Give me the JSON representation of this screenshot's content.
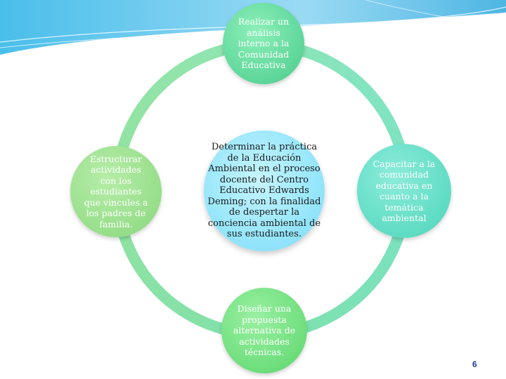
{
  "nodes": {
    "top": "Realizar un\nanálisis\ninterno a la\nComunidad\nEducativa",
    "left": "Estructurar\nactividades\ncon los\nestudiantes\nque vincules a\nlos padres de\nfamilia.",
    "center": "Determinar la práctica\nde la Educación\nAmbiental en el proceso\ndocente del Centro\nEducativo Edwards\nDeming; con la finalidad\nde despertar la\nconciencia ambiental de\nsus estudiantes.",
    "right": "Capacitar a la\ncomunidad\neducativa en\ncuanto a la\ntemática\nambiental",
    "bottom": "Diseñar una\npropuesta\nalternativa de\nactividades\ntécnicas."
  },
  "page_number": "6",
  "colors": {
    "ring_left": "#8fdb86",
    "ring_right": "#6fe0c6",
    "center_fill": "#9ae6fb",
    "page_number": "#1d3c8a"
  }
}
